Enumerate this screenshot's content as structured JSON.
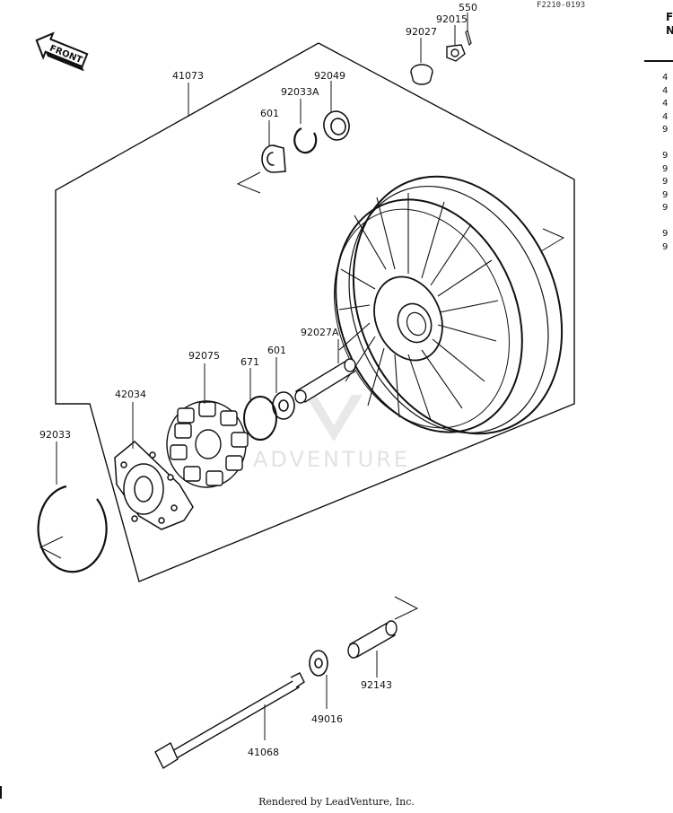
{
  "figure_code": "F2210-0193",
  "front_label": "FRONT",
  "watermark": "ADVENTURE",
  "footer": "Rendered by LeadVenture, Inc.",
  "parts": {
    "p550": "550",
    "p92015": "92015",
    "p92027": "92027",
    "p41073": "41073",
    "p92049": "92049",
    "p92033A": "92033A",
    "p601_top": "601",
    "p92027A": "92027A",
    "p92075": "92075",
    "p671": "671",
    "p601_mid": "601",
    "p42034": "42034",
    "p92033": "92033",
    "p92143": "92143",
    "p49016": "49016",
    "p41068": "41068"
  },
  "side_panel": {
    "header": [
      "F",
      "N"
    ],
    "rows": [
      "4",
      "4",
      "4",
      "4",
      "9",
      "",
      "9",
      "9",
      "9",
      "9",
      "9",
      "",
      "9",
      "9"
    ]
  }
}
